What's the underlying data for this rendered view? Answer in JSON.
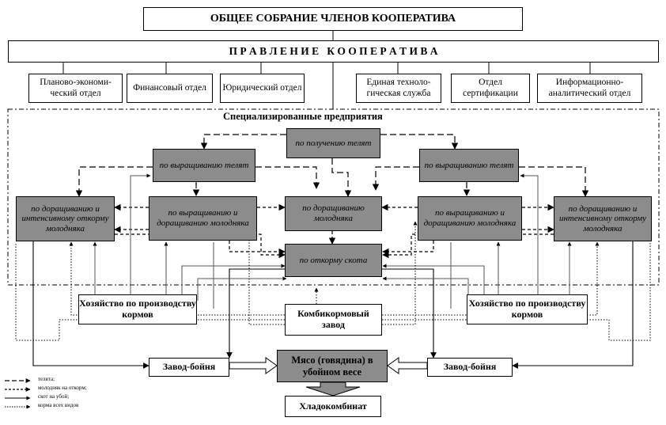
{
  "general_meeting": "ОБЩЕЕ СОБРАНИЕ ЧЛЕНОВ КООПЕРАТИВА",
  "board": "П Р А В Л Е Н И Е   К О О П Е Р А Т И В А",
  "departments": [
    "Планово-экономи-ческий отдел",
    "Финансовый отдел",
    "Юридический отдел",
    "Единая техноло-гическая служба",
    "Отдел сертификации",
    "Информационно-аналитический отдел"
  ],
  "specialized_label": "Специализированные предприятия",
  "enterprises": {
    "calves": "по получению телят",
    "rearing_left": "по выращиванию телят",
    "rearing_right": "по выращиванию телят",
    "finishing_left": "по доращиванию и интенсивному откорму молодняка",
    "rearing_growing_left": "по выращиванию и доращиванию молодняка",
    "growing_center": "по доращиванию молодняка",
    "rearing_growing_right": "по выращиванию и доращиванию молодняка",
    "finishing_right": "по доращиванию и интенсивному откорму молодняка",
    "fattening": "по откорму скота"
  },
  "feed_farm_left": "Хозяйство по производству кормов",
  "feed_farm_right": "Хозяйство по производству кормов",
  "feed_mill": "Комбикормовый завод",
  "slaughter_left": "Завод-бойня",
  "slaughter_right": "Завод-бойня",
  "meat": "Мясо (говядина) в убойном весе",
  "cold_plant": "Хладокомбинат",
  "legend": [
    {
      "label": "телята;",
      "style": "long-dash"
    },
    {
      "label": "молодняк на откорм;",
      "style": "short-dash"
    },
    {
      "label": "скот на убой;",
      "style": "solid"
    },
    {
      "label": "корма всех видов",
      "style": "dotted"
    }
  ]
}
